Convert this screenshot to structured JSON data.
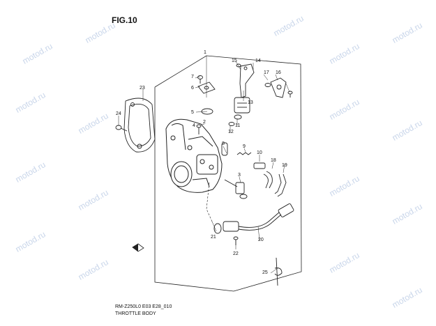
{
  "figure": {
    "title": "FIG.10",
    "diagram_code": "RM-Z250L0 E03 E28_010",
    "diagram_name": "THROTTLE BODY"
  },
  "watermark": "motod.ru",
  "callouts": [
    "1",
    "2",
    "3",
    "4",
    "5",
    "6",
    "7",
    "8",
    "9",
    "10",
    "11",
    "12",
    "13",
    "14",
    "15",
    "16",
    "17",
    "18",
    "19",
    "20",
    "21",
    "22",
    "23",
    "24",
    "25"
  ]
}
